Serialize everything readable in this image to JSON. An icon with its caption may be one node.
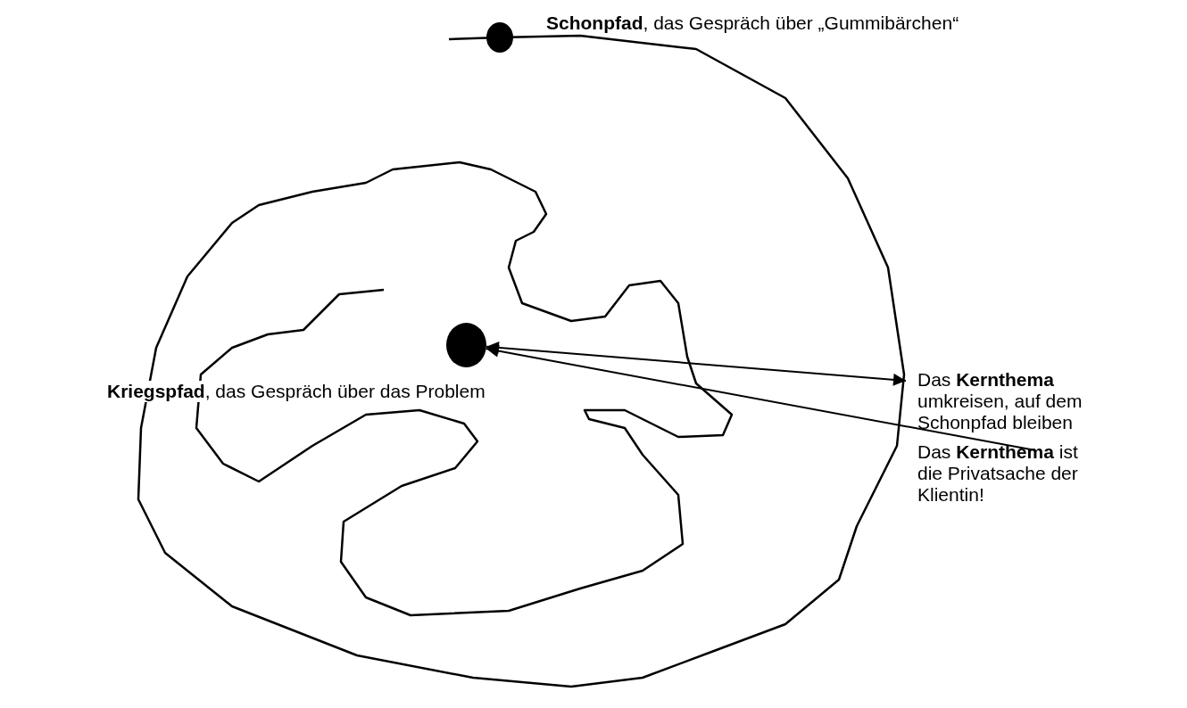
{
  "diagram": {
    "nodes": [
      {
        "text": [],
        "shape": "circle"
      },
      {
        "text": [
          "Das **Kernthema** umkreisen, auf dem Schonpfad bleiben"
        ]
      },
      {
        "text": [
          "Das **Kernthema** ist die Privatsache der Klientin!"
        ]
      }
    ],
    "edges": [
      {
        "from": 0,
        "to": 1,
        "arrow": "both"
      },
      {
        "from": 2,
        "to": 0,
        "arrow": "to"
      }
    ],
    "labels": [
      "**Schonpfad**, das Gespräch über „Gummibärchen“",
      "**Kriegspfad**, das Gespräch über das Problem"
    ]
  }
}
